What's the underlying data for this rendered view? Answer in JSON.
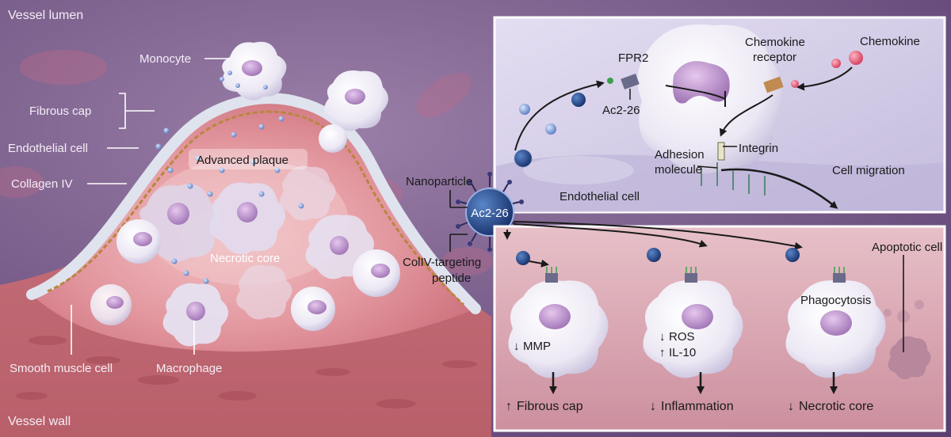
{
  "labels": {
    "vessel_lumen": "Vessel lumen",
    "vessel_wall": "Vessel wall",
    "monocyte": "Monocyte",
    "fibrous_cap": "Fibrous cap",
    "endothelial_cell": "Endothelial cell",
    "collagen_iv": "Collagen IV",
    "advanced_plaque": "Advanced plaque",
    "necrotic_core": "Necrotic core",
    "smooth_muscle_cell": "Smooth muscle cell",
    "macrophage": "Macrophage",
    "nanoparticle": "Nanoparticle",
    "nanoparticle_core": "Ac2-26",
    "colliv_peptide_line1": "ColIV-targeting",
    "colliv_peptide_line2": "peptide"
  },
  "top_panel": {
    "fpr2": "FPR2",
    "ac226": "Ac2-26",
    "chemokine_receptor_line1": "Chemokine",
    "chemokine_receptor_line2": "receptor",
    "chemokine": "Chemokine",
    "integrin": "Integrin",
    "adhesion_line1": "Adhesion",
    "adhesion_line2": "molecule",
    "cell_migration": "Cell migration",
    "endothelial_cell": "Endothelial cell"
  },
  "bottom_panel": {
    "apoptotic_cell": "Apoptotic cell",
    "phagocytosis": "Phagocytosis",
    "mmp": "MMP",
    "ros": "ROS",
    "il10": "IL-10",
    "out_fibrous_cap": "Fibrous cap",
    "out_inflammation": "Inflammation",
    "out_necrotic_core": "Necrotic core"
  },
  "colors": {
    "lumen": "#6b4a7e",
    "plaque": "#e8a0a8",
    "panel_top": "#d8d2ea",
    "panel_bottom": "#d9aab6",
    "nanoparticle": "#1f3b7a",
    "chemokine": "#e0506e"
  }
}
